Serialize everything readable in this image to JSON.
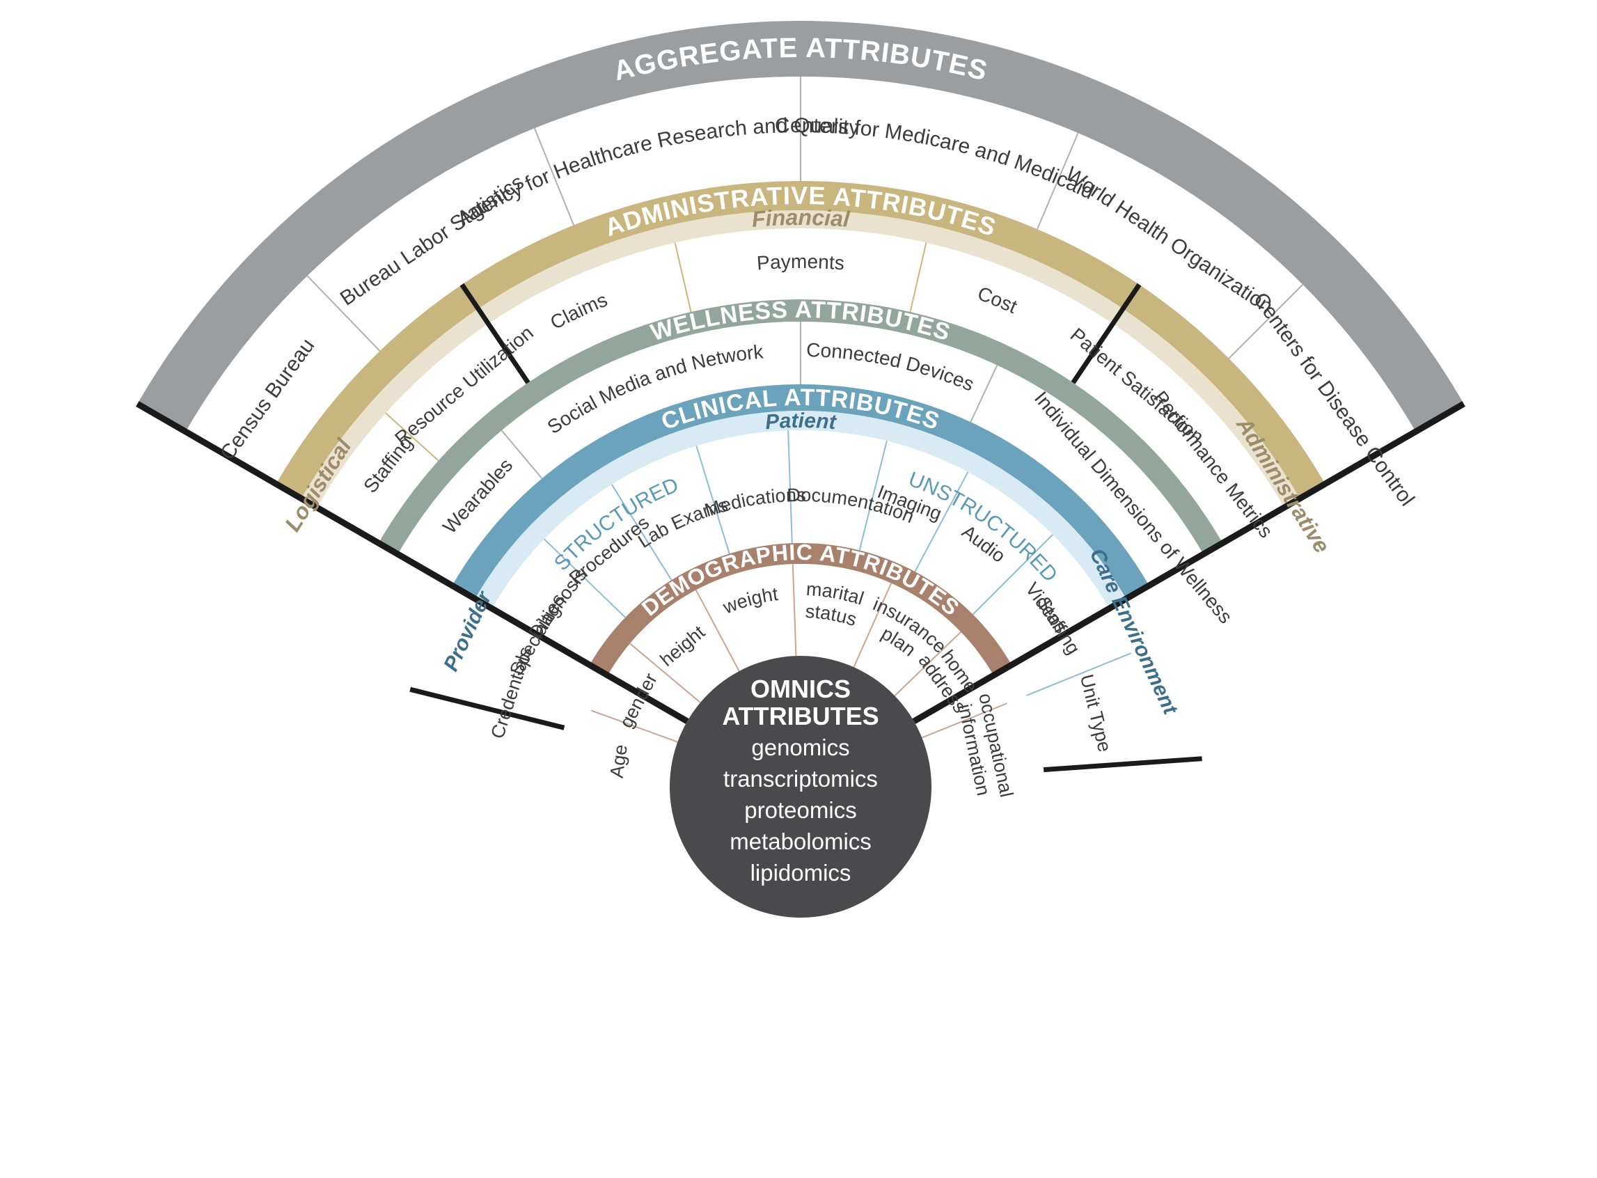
{
  "colors": {
    "aggregate": "#9b9ea1",
    "administrative": "#c9b67f",
    "administrative_light": "#e9e2cf",
    "wellness": "#93a69d",
    "clinical": "#6ba3bd",
    "clinical_light": "#d8eaf3",
    "demographic": "#a8816c",
    "core": "#4a4a4c",
    "divider": "#1a1a1a",
    "label_text": "#3c3c3c",
    "structured_text": "#5a9ab5",
    "financial_text": "#9c8d6a"
  },
  "core": {
    "title_line1": "OMNICS",
    "title_line2": "ATTRIBUTES",
    "items": [
      "genomics",
      "transcriptomics",
      "proteomics",
      "metabolomics",
      "lipidomics"
    ]
  },
  "demographic": {
    "title": "DEMOGRAPHIC ATTRIBUTES",
    "items": [
      "Age",
      "gender",
      "height",
      "weight",
      "marital",
      "status",
      "insurance",
      "plan",
      "home",
      "address",
      "occupational",
      "information"
    ]
  },
  "clinical": {
    "title": "CLINICAL ATTRIBUTES",
    "patient": "Patient",
    "structured": "STRUCTURED",
    "unstructured": "UNSTRUCTURED",
    "provider": "Provider",
    "care_environment": "Care Environment",
    "patient_items": [
      "Diagnosis",
      "Procedures",
      "Lab Exams",
      "Medications",
      "Documentation",
      "Imaging",
      "Audio",
      "Videos"
    ],
    "provider_items": [
      "Credentials",
      "Specialties"
    ],
    "care_items": [
      "Unit Type",
      "Staffing"
    ]
  },
  "wellness": {
    "title": "WELLNESS ATTRIBUTES",
    "items": [
      "Wearables",
      "Social Media and Network",
      "Connected Devices",
      "Individual Dimensions of Wellness"
    ]
  },
  "administrative": {
    "title": "ADMINISTRATIVE ATTRIBUTES",
    "financial": "Financial",
    "logistical": "Logistical",
    "administrative": "Administrative",
    "financial_items": [
      "Claims",
      "Payments",
      "Cost"
    ],
    "logistical_items": [
      "Staffing",
      "Resource Utilization"
    ],
    "administrative_items": [
      "Patient Satisfaction",
      "Performance Metrics"
    ]
  },
  "aggregate": {
    "title": "AGGREGATE ATTRIBUTES",
    "items": [
      "Census Bureau",
      "Bureau Labor Statistics",
      "Agency for Healthcare Research and Quality",
      "Centers for Medicare and Medicaid",
      "World Health Organization",
      "Centers for Disease Control"
    ]
  }
}
